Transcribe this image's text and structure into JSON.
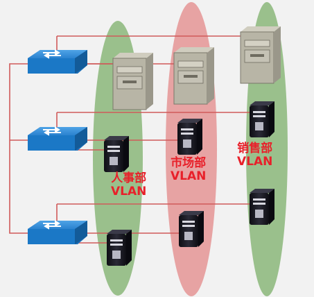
{
  "vlans": [
    {
      "id": "hr",
      "name": "人事部",
      "suffix": "VLAN",
      "color": "#8bb77a"
    },
    {
      "id": "market",
      "name": "市场部",
      "suffix": "VLAN",
      "color": "#e59595"
    },
    {
      "id": "sales",
      "name": "销售部",
      "suffix": "VLAN",
      "color": "#8bb77a"
    }
  ],
  "colors": {
    "link": "#d05a5a",
    "switch": "#1b78c6",
    "server": "#b8b5a6",
    "workstation": "#15151d"
  },
  "devices": {
    "switches": [
      "switch-top",
      "switch-middle",
      "switch-bottom"
    ],
    "servers": [
      "server-hr",
      "server-market",
      "server-sales"
    ],
    "workstations": [
      "pc-hr-1",
      "pc-hr-2",
      "pc-market-1",
      "pc-market-2",
      "pc-sales-1",
      "pc-sales-2"
    ]
  }
}
